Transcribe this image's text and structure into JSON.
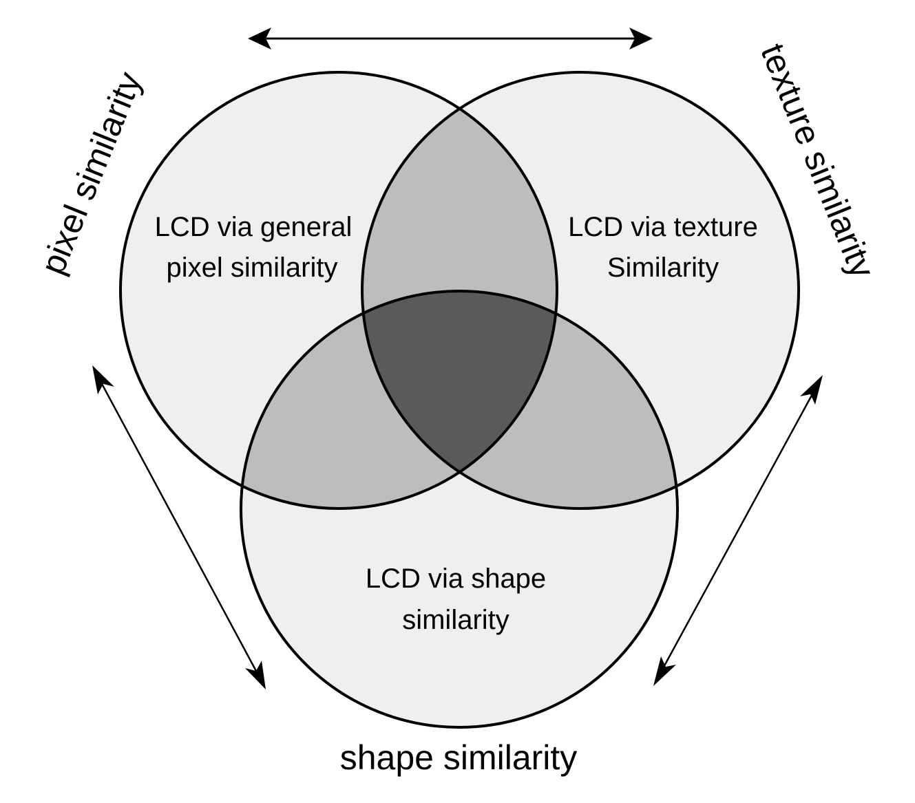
{
  "labels": {
    "pixel_axis": "pixel similarity",
    "texture_axis": "texture similarity",
    "shape_axis": "shape similarity"
  },
  "circles": {
    "pixel": {
      "line1": "LCD via general",
      "line2": "pixel similarity"
    },
    "texture": {
      "line1": "LCD via texture",
      "line2": "Similarity"
    },
    "shape": {
      "line1": "LCD via shape",
      "line2": "similarity"
    }
  },
  "colors": {
    "single": "#efefef",
    "double": "#bdbdbd",
    "triple": "#5a5a5a",
    "stroke": "#000000"
  }
}
